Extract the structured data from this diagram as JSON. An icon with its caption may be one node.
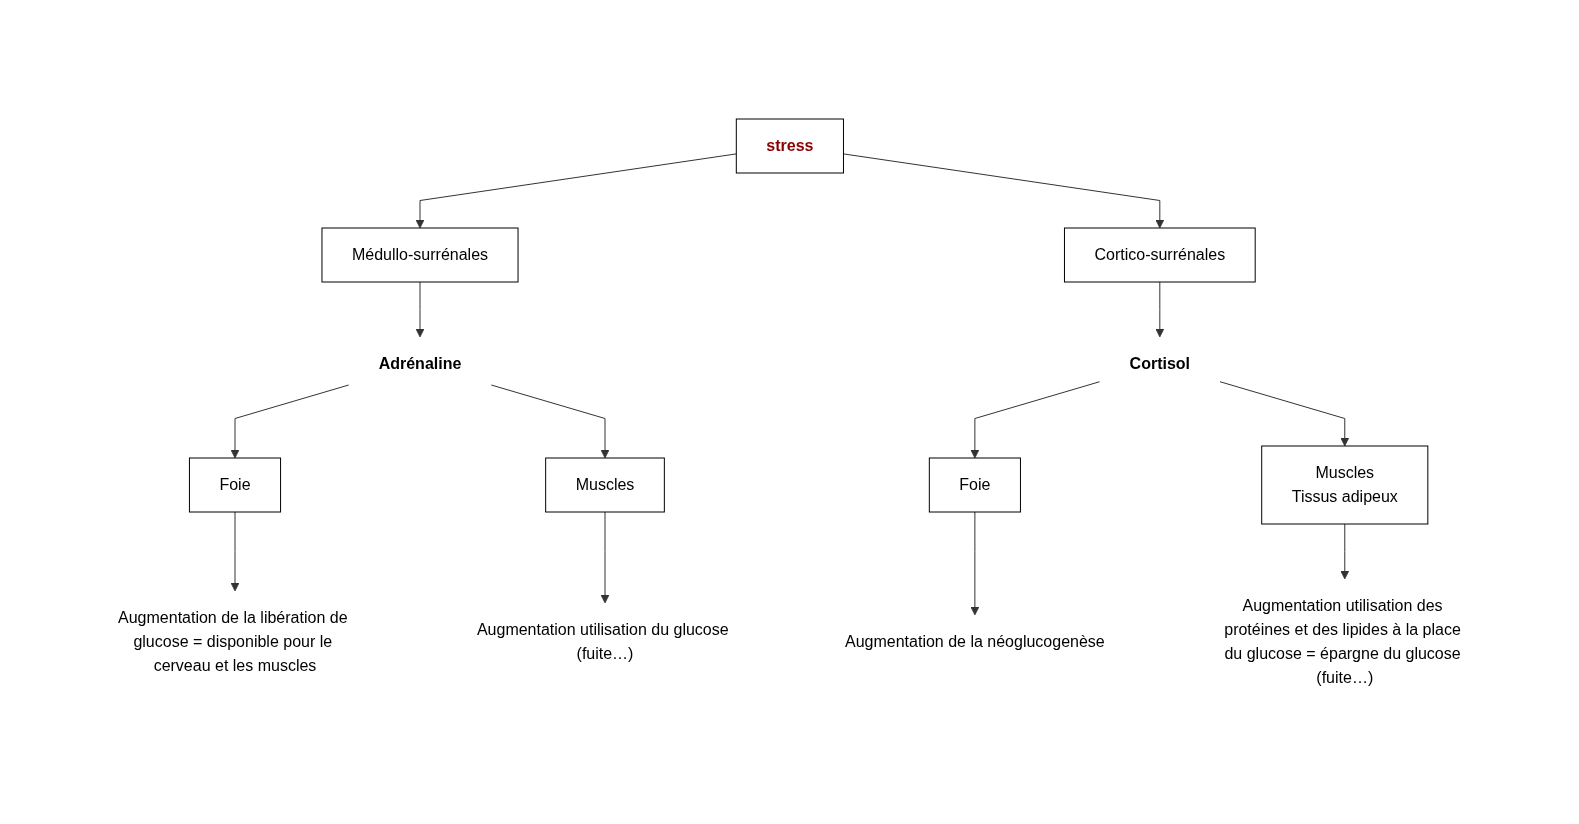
{
  "diagram": {
    "nodes": [
      {
        "text": [
          "stress"
        ]
      },
      {
        "text": [
          "Médullo-surrénales"
        ]
      },
      {
        "text": [
          "Cortico-surrénales"
        ]
      },
      {
        "text": [
          "Adrénaline"
        ]
      },
      {
        "text": [
          "Cortisol"
        ]
      },
      {
        "text": [
          "Foie"
        ]
      },
      {
        "text": [
          "Muscles"
        ]
      },
      {
        "text": [
          "Foie"
        ]
      },
      {
        "text": [
          "Muscles",
          "Tissus adipeux"
        ]
      },
      {
        "text": [
          "Augmentation de la libération de glucose = disponible pour le cerveau et les muscles"
        ]
      },
      {
        "text": [
          "Augmentation utilisation du glucose (fuite…)"
        ]
      },
      {
        "text": [
          "Augmentation de la néoglucogenèse"
        ]
      },
      {
        "text": [
          "Augmentation utilisation des protéines et des lipides à la place du glucose = épargne du glucose (fuite…)"
        ]
      }
    ],
    "edges": [
      {
        "from": 0,
        "to": 1,
        "arrow": "to"
      },
      {
        "from": 0,
        "to": 2,
        "arrow": "to"
      },
      {
        "from": 1,
        "to": 3,
        "arrow": "to"
      },
      {
        "from": 2,
        "to": 4,
        "arrow": "to"
      },
      {
        "from": 3,
        "to": 5,
        "arrow": "to"
      },
      {
        "from": 3,
        "to": 6,
        "arrow": "to"
      },
      {
        "from": 4,
        "to": 7,
        "arrow": "to"
      },
      {
        "from": 4,
        "to": 8,
        "arrow": "to"
      },
      {
        "from": 5,
        "to": 9,
        "arrow": "to"
      },
      {
        "from": 6,
        "to": 10,
        "arrow": "to"
      },
      {
        "from": 7,
        "to": 11,
        "arrow": "to"
      },
      {
        "from": 8,
        "to": 12,
        "arrow": "to"
      }
    ]
  }
}
